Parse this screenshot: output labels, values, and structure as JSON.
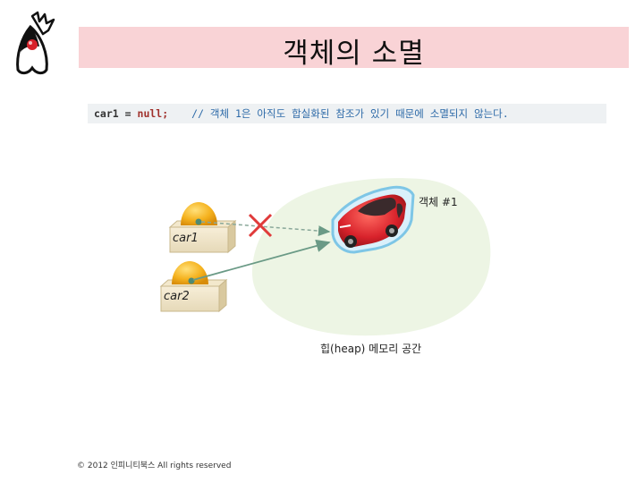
{
  "title": "객체의 소멸",
  "code": {
    "var": "car1",
    "op": "=",
    "value": "null;",
    "comment": "// 객체 1은 아직도 합실화된 참조가 있기 때문에 소멸되지 않는다."
  },
  "diagram": {
    "ref1_label": "car1",
    "ref2_label": "car2",
    "object_label": "객체 #1",
    "heap_label": "힙(heap) 메모리 공간"
  },
  "colors": {
    "title_bg": "#f9d3d6",
    "code_bg": "#eef1f3",
    "heap_bg": "#edf5e4",
    "car_red": "#d8222b",
    "cross_red": "#e03a3a",
    "arrow_green": "#6a9a86"
  },
  "footer": "© 2012 인피니티북스 All rights reserved"
}
